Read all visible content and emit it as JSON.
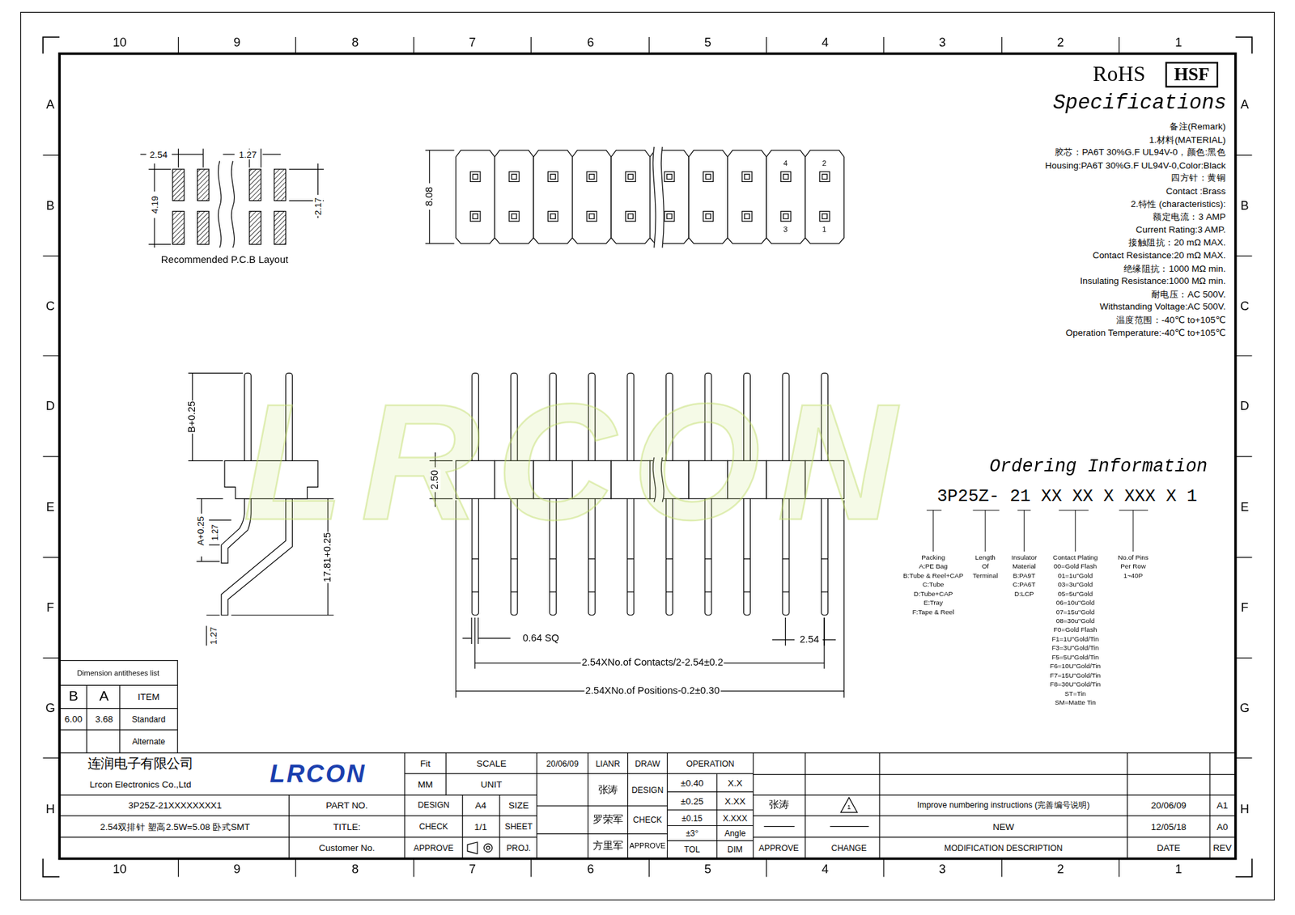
{
  "diagram": {
    "labels": [
      "10",
      "9",
      "8",
      "7",
      "6",
      "5",
      "4",
      "3",
      "2",
      "1",
      "10",
      "9",
      "8",
      "7",
      "6",
      "5",
      "4",
      "3",
      "2",
      "1",
      "A",
      "B",
      "C",
      "D",
      "E",
      "F",
      "G",
      "H",
      "A",
      "B",
      "C",
      "D",
      "E",
      "F",
      "G",
      "H",
      "HSF",
      "RoHS",
      "Specifications",
      "备注(Remark)",
      "1.材料(MATERIAL)",
      "胶芯：PA6T 30%G.F UL94V-0，颜色:黑色",
      "Housing:PA6T 30%G.F UL94V-0,Color:Black",
      "四方针：黄铜",
      "Contact :Brass",
      "2.特性 (characteristics):",
      "额定电流：3 AMP",
      "Current Rating:3 AMP.",
      "接触阻抗：20 mΩ MAX.",
      "Contact Resistance:20 mΩ MAX.",
      "绝缘阻抗：1000 MΩ min.",
      "Insulating Resistance:1000 MΩ min.",
      "耐电压：AC 500V.",
      "Withstanding Voltage:AC 500V.",
      "温度范围：-40℃ to+105℃",
      "Operation Temperature:-40℃ to+105℃",
      "Ordering Information",
      "3P25Z- 21 XX XX X XXX X 1",
      "No.of Pins",
      "Per Row",
      "1~40P",
      "Contact Plating",
      "00=Gold Flash",
      "01=1u\"Gold",
      "03=3u\"Gold",
      "05=5u\"Gold",
      "06=10u\"Gold",
      "07=15u\"Gold",
      "08=30u\"Gold",
      "F0=Gold Flash",
      "F1=1U\"Gold/Tin",
      "F3=3U\"Gold/Tin",
      "F5=5U\"Gold/Tin",
      "F6=10U\"Gold/Tin",
      "F7=15U\"Gold/Tin",
      "F8=30U\"Gold/Tin",
      "ST=Tin",
      "SM=Matte Tin",
      "Insulator",
      "Material",
      "B:PA9T",
      "C:PA6T",
      "D:LCP",
      "Length",
      "Of",
      "Terminal",
      "Packing",
      "A:PE Bag",
      "B:Tube & Reel+CAP",
      "C:Tube",
      "D:Tube+CAP",
      "E:Tray",
      "F:Tape & Reel",
      "2.54",
      "1.27",
      "4.19",
      "2.17",
      "Recommended P.C.B Layout",
      "8.08",
      "2",
      "4",
      "1",
      "3",
      "B+0.25",
      "A+0.25",
      "1.27",
      "17.81+0.25",
      "1.27",
      "2.50",
      "0.64 SQ",
      "2.54",
      "2.54XNo.of Contacts/2-2.54±0.2",
      "2.54XNo.of Positions-0.2±0.30",
      "Dimension antitheses list",
      "ITEM",
      "A",
      "B",
      "Standard",
      "3.68",
      "6.00",
      "Alternate",
      "连润电子有限公司",
      "Lrcon Electronics Co.,Ltd",
      "LRCON",
      "Fit",
      "SCALE",
      "MM",
      "UNIT",
      "3P25Z-21XXXXXXXX1",
      "PART NO.",
      "DESIGN",
      "A4",
      "SIZE",
      "2.54双排针 塑高2.5W=5.08 卧式SMT",
      "TITLE:",
      "CHECK",
      "1/1",
      "SHEET",
      "Customer No.",
      "APPROVE",
      "PROJ.",
      "20/06/09",
      "LIANR",
      "DRAW",
      "张涛",
      "DESIGN",
      "罗荣军",
      "CHECK",
      "方里军",
      "APPROVE",
      "OPERATION",
      "±0.40",
      "X.X",
      "±0.25",
      "X.XX",
      "±0.15",
      "X.XXX",
      "±3°",
      "Angle",
      "TOL",
      "DIM",
      "张涛",
      "1",
      "Improve numbering instructions (完善编号说明)",
      "20/06/09",
      "A1",
      "NEW",
      "12/05/18",
      "A0",
      "APPROVE",
      "CHANGE",
      "MODIFICATION DESCRIPTION",
      "DATE",
      "REV",
      "LRCON"
    ]
  }
}
